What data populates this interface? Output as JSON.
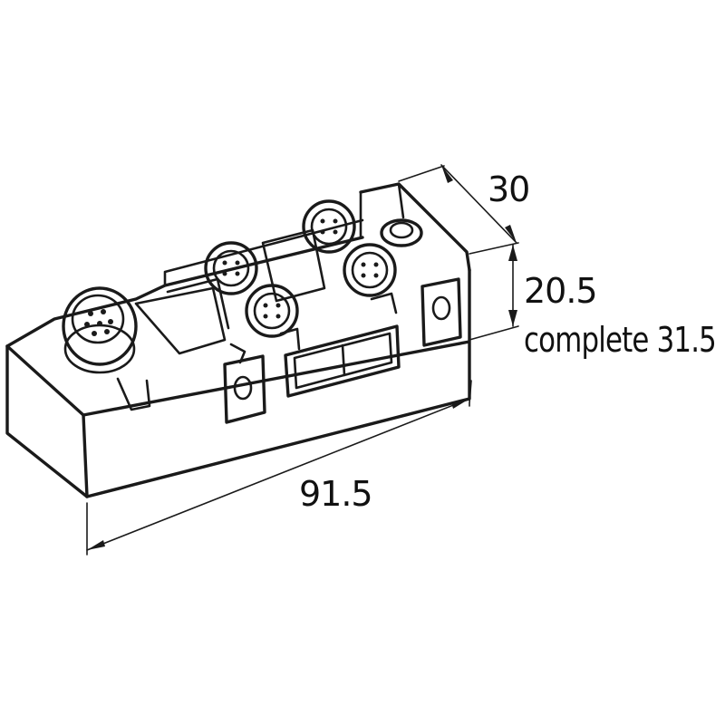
{
  "dimensions": {
    "depth": "30",
    "height": "20.5",
    "height_complete": "complete 31.5",
    "length": "91.5"
  },
  "colors": {
    "line": "#1a1a1a",
    "background": "#ffffff"
  }
}
